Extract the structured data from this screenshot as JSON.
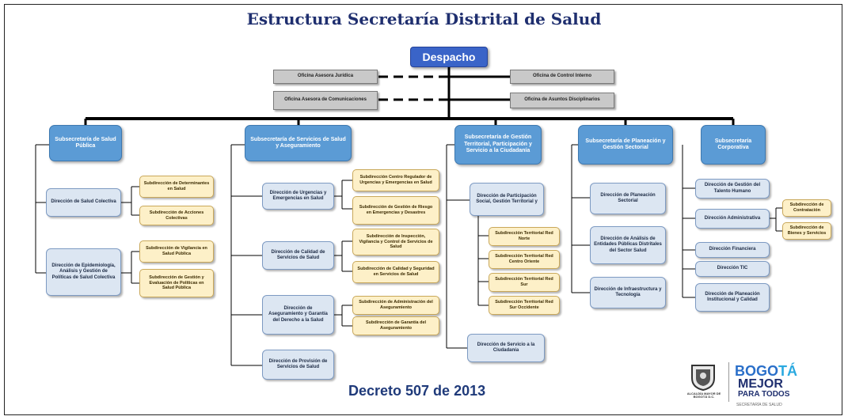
{
  "title": "Estructura Secretaría Distrital de Salud",
  "despacho": "Despacho",
  "staff": {
    "left": [
      "Oficina Asesora Jurídica",
      "Oficina Asesora de Comunicaciones"
    ],
    "right": [
      "Oficina de Control Interno",
      "Oficina de Asuntos Disciplinarios"
    ]
  },
  "subsecretarias": [
    {
      "name": "Subsecretaría de Salud Pública",
      "direcciones": [
        {
          "name": "Dirección de Salud Colectiva",
          "subdirecciones": [
            "Subdirección de Determinantes en Salud",
            "Subdirección de Acciones Colectivas"
          ]
        },
        {
          "name": "Dirección de Epidemiología, Análisis y Gestión de Políticas de Salud Colectiva",
          "subdirecciones": [
            "Subdirección de Vigilancia en Salud Pública",
            "Subdirección de Gestión y Evaluación de Políticas en Salud Pública"
          ]
        }
      ]
    },
    {
      "name": "Subsecretaría de Servicios de Salud y Aseguramiento",
      "direcciones": [
        {
          "name": "Dirección de Urgencias y Emergencias en Salud",
          "subdirecciones": [
            "Subdirección Centro Regulador de Urgencias y Emergencias en Salud",
            "Subdirección de Gestión de Riesgo en Emergencias y Desastres"
          ]
        },
        {
          "name": "Dirección de Calidad de Servicios de Salud",
          "subdirecciones": [
            "Subdirección de Inspección, Vigilancia y Control de Servicios de Salud",
            "Subdirección de Calidad y Seguridad en Servicios de Salud"
          ]
        },
        {
          "name": "Dirección de Aseguramiento y Garantía del Derecho a la Salud",
          "subdirecciones": [
            "Subdirección de Administración del Aseguramiento",
            "Subdirección de Garantía del Aseguramiento"
          ]
        },
        {
          "name": "Dirección de Provisión de Servicios de Salud",
          "subdirecciones": []
        }
      ]
    },
    {
      "name": "Subsecretaría de Gestión Territorial, Participación y Servicio a la Ciudadanía",
      "direcciones": [
        {
          "name": "Dirección de Participación Social, Gestión Territorial y",
          "subdirecciones": [
            "Subdirección Territorial Red Norte",
            "Subdirección Territorial Red Centro Oriente",
            "Subdirección Territorial Red Sur",
            "Subdirección Territorial Red Sur Occidente"
          ]
        },
        {
          "name": "Dirección de Servicio a la Ciudadanía",
          "subdirecciones": []
        }
      ]
    },
    {
      "name": "Subsecretaría de Planeación y Gestión Sectorial",
      "direcciones": [
        {
          "name": "Dirección de Planeación Sectorial",
          "subdirecciones": []
        },
        {
          "name": "Dirección de Análisis de Entidades Públicas Distritales del Sector Salud",
          "subdirecciones": []
        },
        {
          "name": "Dirección de Infraestructura y Tecnología",
          "subdirecciones": []
        }
      ]
    },
    {
      "name": "Subsecretaría Corporativa",
      "direcciones": [
        {
          "name": "Dirección de Gestión del Talento Humano",
          "subdirecciones": []
        },
        {
          "name": "Dirección Administrativa",
          "subdirecciones": [
            "Subdirección de Contratación",
            "Subdirección de Bienes y Servicios"
          ]
        },
        {
          "name": "Dirección Financiera",
          "subdirecciones": []
        },
        {
          "name": "Dirección TIC",
          "subdirecciones": []
        },
        {
          "name": "Dirección de Planeación Institucional y Calidad",
          "subdirecciones": []
        }
      ]
    }
  ],
  "decreto": "Decreto 507 de 2013",
  "logo": {
    "alcaldia": "ALCALDÍA MAYOR DE BOGOTÁ D.C.",
    "bogota_prefix": "BOGO",
    "bogota_accent": "TÁ",
    "mejor": "MEJOR",
    "para_todos": "PARA TODOS",
    "secretaria": "SECRETARÍA DE SALUD"
  },
  "colors": {
    "despacho": "#3a64c8",
    "subsecretaria": "#5b9bd5",
    "direccion": "#dce6f2",
    "subdireccion": "#fdf0c8",
    "title": "#1f2f6f"
  }
}
